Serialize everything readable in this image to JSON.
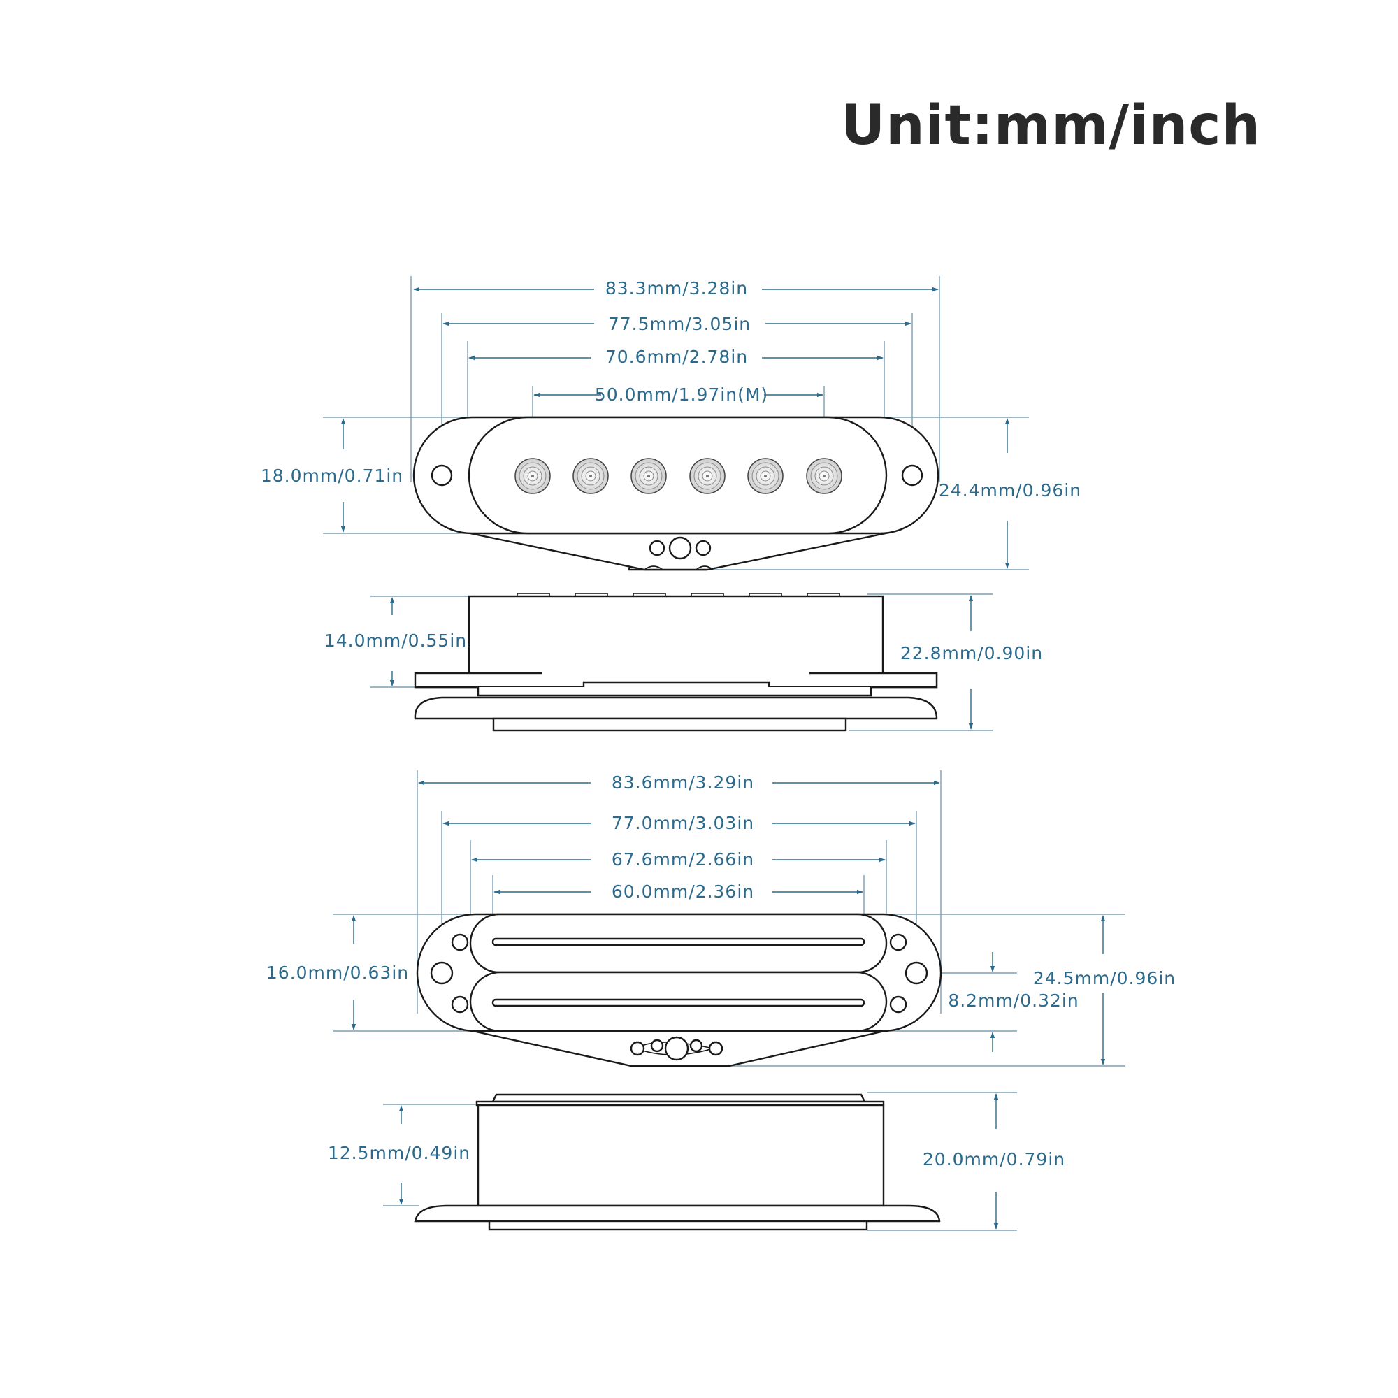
{
  "title": "Unit:mm/inch",
  "colors": {
    "dimension": "#2b6a8c",
    "outline": "#1a1a1a",
    "title": "#2a2a2a"
  },
  "single_coil": {
    "top_view": {
      "width_overall": "83.3mm/3.28in",
      "mount_hole_spacing": "77.5mm/3.05in",
      "cover_width": "70.6mm/2.78in",
      "pole_spacing": "50.0mm/1.97in(M)",
      "cover_height": "18.0mm/0.71in",
      "total_height": "24.4mm/0.96in",
      "pole_count": 6
    },
    "side_view": {
      "cover_height": "14.0mm/0.55in",
      "total_height": "22.8mm/0.90in"
    }
  },
  "rail_humbucker": {
    "top_view": {
      "width_overall": "83.6mm/3.29in",
      "mount_hole_spacing": "77.0mm/3.03in",
      "cover_width": "67.6mm/2.66in",
      "rail_length": "60.0mm/2.36in",
      "cover_height": "16.0mm/0.63in",
      "rail_spacing": "8.2mm/0.32in",
      "total_height": "24.5mm/0.96in"
    },
    "side_view": {
      "cover_height": "12.5mm/0.49in",
      "total_height": "20.0mm/0.79in"
    }
  }
}
